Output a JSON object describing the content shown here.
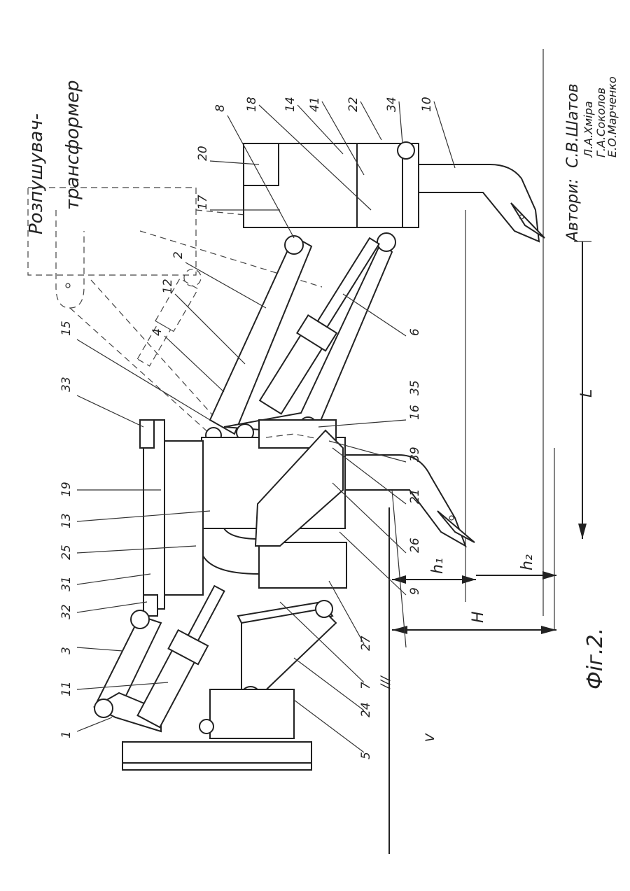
{
  "title": [
    "Розпушувач-",
    "трансформер"
  ],
  "figure_caption": "Фіг.2.",
  "authors_prefix": "Автори:",
  "authors": [
    "С.В.Шатов",
    "Л.А.Хміра",
    "Г.А.Соколов",
    "Е.О.Марченко"
  ],
  "dimensions": {
    "L": "L",
    "H": "H",
    "h1": "h₁",
    "h2": "h₂"
  },
  "left_labels": [
    "33",
    "15",
    "4",
    "12",
    "2",
    "17",
    "20"
  ],
  "right_labels": [
    "8",
    "18",
    "14",
    "41",
    "22",
    "34",
    "10"
  ],
  "bottom_top_labels": [
    "6",
    "16",
    "35",
    "39",
    "21",
    "26",
    "9"
  ],
  "bottom_labels": [
    "19",
    "13",
    "25",
    "31",
    "32",
    "3",
    "11",
    "1",
    "5",
    "24",
    "7",
    "27"
  ],
  "misc_marks": [
    "V"
  ]
}
